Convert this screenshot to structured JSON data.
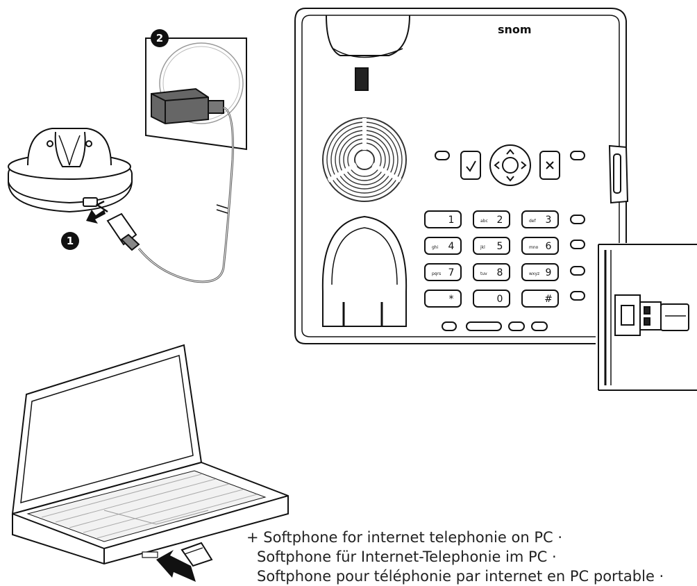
{
  "callouts": {
    "one": "1",
    "two": "2"
  },
  "phone": {
    "brand": "snom",
    "keys": [
      {
        "main": "1",
        "sub": ""
      },
      {
        "main": "2",
        "sub": "abc"
      },
      {
        "main": "3",
        "sub": "def"
      },
      {
        "main": "4",
        "sub": "ghi"
      },
      {
        "main": "5",
        "sub": "jkl"
      },
      {
        "main": "6",
        "sub": "mno"
      },
      {
        "main": "7",
        "sub": "pqrs"
      },
      {
        "main": "8",
        "sub": "tuv"
      },
      {
        "main": "9",
        "sub": "wxyz"
      },
      {
        "main": "*",
        "sub": ""
      },
      {
        "main": "0",
        "sub": ""
      },
      {
        "main": "#",
        "sub": ""
      }
    ]
  },
  "caption": {
    "en": "+ Softphone  for internet telephonie on PC ·",
    "de": "Softphone für Internet-Telephonie im PC ·",
    "fr": "Softphone pour téléphonie par internet en PC portable ·"
  }
}
